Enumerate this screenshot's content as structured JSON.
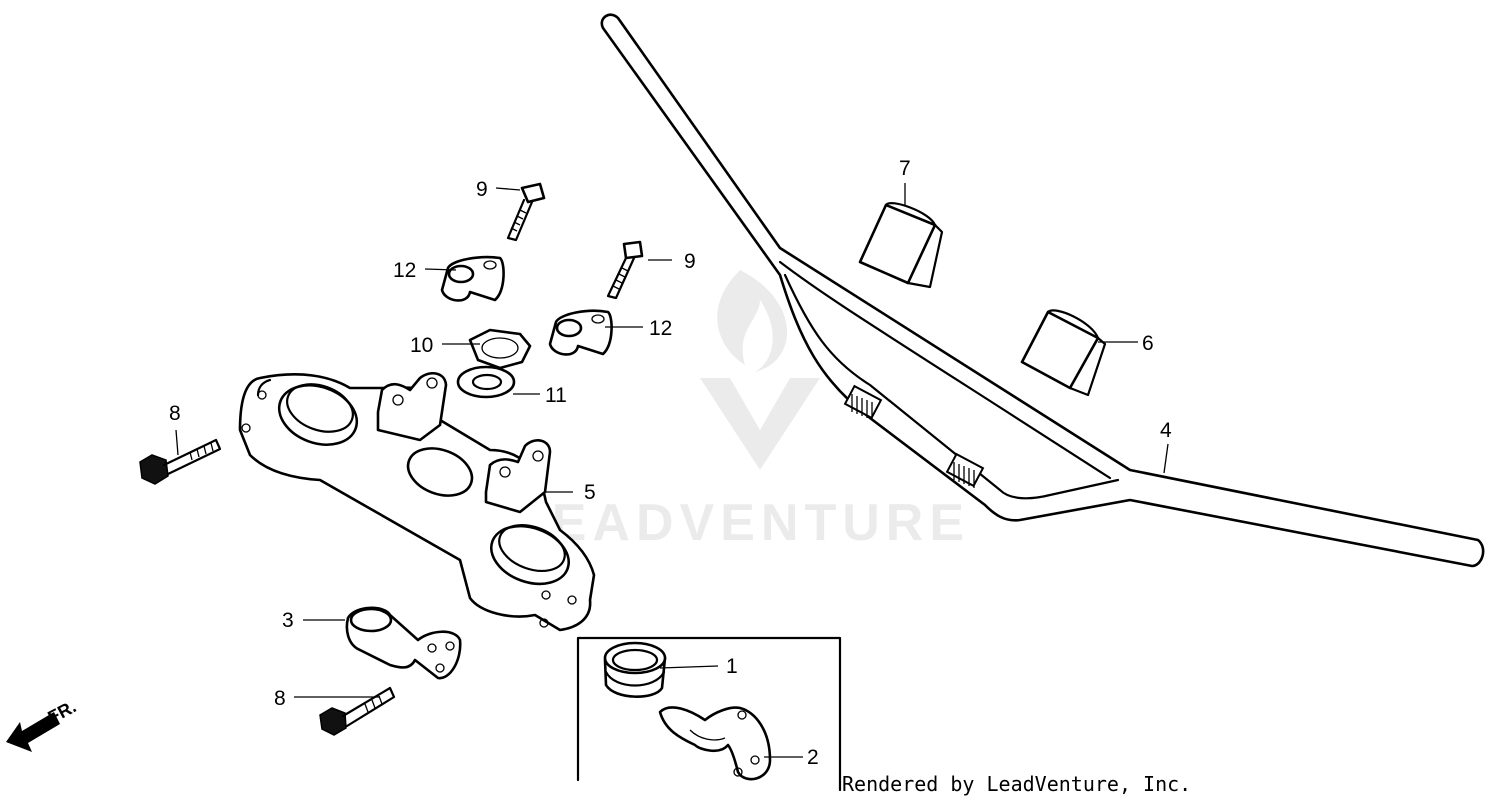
{
  "diagram": {
    "callouts": [
      "1",
      "2",
      "3",
      "4",
      "5",
      "6",
      "7",
      "8",
      "8",
      "9",
      "9",
      "10",
      "11",
      "12",
      "12"
    ],
    "direction_label": "FR.",
    "watermark_text": "LEADVENTURE"
  },
  "footer": {
    "credit": "Rendered by LeadVenture, Inc."
  },
  "colors": {
    "line": "#000000",
    "background": "#ffffff",
    "watermark": "#d9d9d9"
  }
}
